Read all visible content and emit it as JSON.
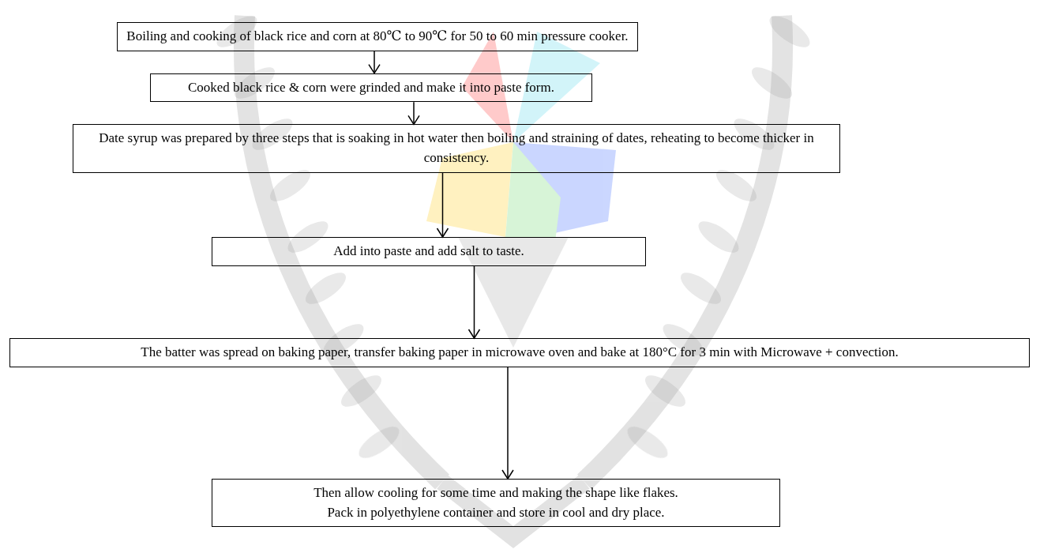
{
  "diagram": {
    "nodes": [
      {
        "text": [
          "Boiling and cooking of black rice and corn at 80℃ to 90℃ for 50 to 60 min pressure cooker."
        ]
      },
      {
        "text": [
          "Cooked black rice & corn were grinded and make it into paste form."
        ]
      },
      {
        "text": [
          "Date syrup was prepared by three steps that is soaking in hot water then boiling and straining of dates, reheating to become thicker in consistency."
        ]
      },
      {
        "text": [
          "Add into paste and add salt to taste."
        ]
      },
      {
        "text": [
          "The batter was spread on baking paper, transfer baking paper in microwave oven and bake at 180°C for 3 min with Microwave + convection."
        ]
      },
      {
        "text": [
          "Then allow cooling for some time and making the shape like flakes.",
          "Pack in polyethylene container and store in cool and dry place."
        ]
      }
    ],
    "edges": [
      {
        "from": 0,
        "to": 1,
        "arrow": "to"
      },
      {
        "from": 1,
        "to": 2,
        "arrow": "to"
      },
      {
        "from": 2,
        "to": 3,
        "arrow": "to"
      },
      {
        "from": 3,
        "to": 4,
        "arrow": "to"
      },
      {
        "from": 4,
        "to": 5,
        "arrow": "to"
      }
    ]
  }
}
